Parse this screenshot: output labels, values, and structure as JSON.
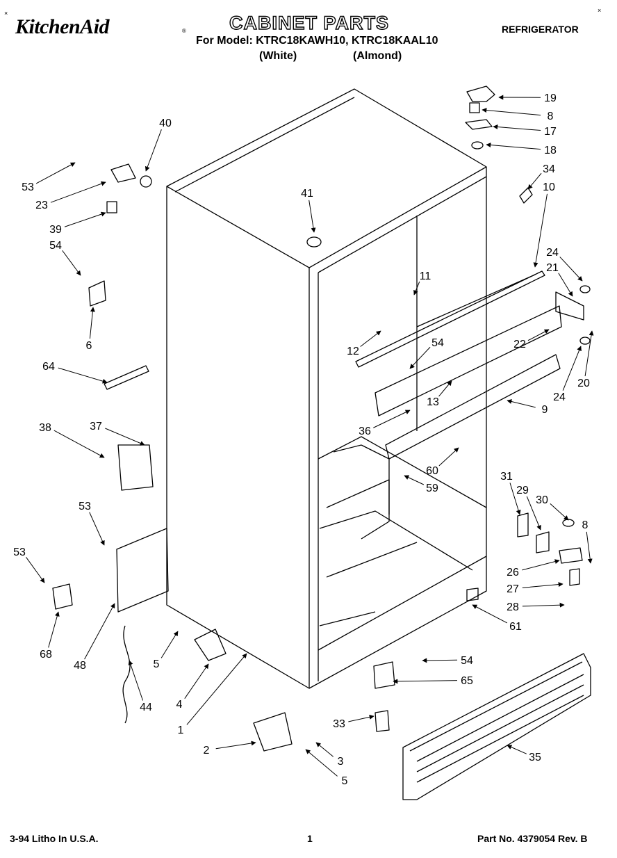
{
  "header": {
    "brand": "KitchenAid",
    "title": "CABINET PARTS",
    "model_line": "For Model: KTRC18KAWH10, KTRC18KAAL10",
    "variant_white": "(White)",
    "variant_almond": "(Almond)",
    "category": "REFRIGERATOR"
  },
  "footer": {
    "litho": "3-94 Litho In U.S.A.",
    "page": "1",
    "part_number": "Part No. 4379054 Rev. B"
  },
  "callouts": [
    {
      "id": "19",
      "text": "19"
    },
    {
      "id": "8a",
      "text": "8"
    },
    {
      "id": "17",
      "text": "17"
    },
    {
      "id": "18",
      "text": "18"
    },
    {
      "id": "34",
      "text": "34"
    },
    {
      "id": "10",
      "text": "10"
    },
    {
      "id": "40",
      "text": "40"
    },
    {
      "id": "41",
      "text": "41"
    },
    {
      "id": "53a",
      "text": "53"
    },
    {
      "id": "23",
      "text": "23"
    },
    {
      "id": "39",
      "text": "39"
    },
    {
      "id": "54a",
      "text": "54"
    },
    {
      "id": "6",
      "text": "6"
    },
    {
      "id": "11",
      "text": "11"
    },
    {
      "id": "12",
      "text": "12"
    },
    {
      "id": "24a",
      "text": "24"
    },
    {
      "id": "21",
      "text": "21"
    },
    {
      "id": "22",
      "text": "22"
    },
    {
      "id": "54b",
      "text": "54"
    },
    {
      "id": "64",
      "text": "64"
    },
    {
      "id": "13",
      "text": "13"
    },
    {
      "id": "24b",
      "text": "24"
    },
    {
      "id": "20",
      "text": "20"
    },
    {
      "id": "9",
      "text": "9"
    },
    {
      "id": "36",
      "text": "36"
    },
    {
      "id": "38",
      "text": "38"
    },
    {
      "id": "37",
      "text": "37"
    },
    {
      "id": "60",
      "text": "60"
    },
    {
      "id": "59",
      "text": "59"
    },
    {
      "id": "31",
      "text": "31"
    },
    {
      "id": "29",
      "text": "29"
    },
    {
      "id": "30",
      "text": "30"
    },
    {
      "id": "8b",
      "text": "8"
    },
    {
      "id": "53b",
      "text": "53"
    },
    {
      "id": "53c",
      "text": "53"
    },
    {
      "id": "26",
      "text": "26"
    },
    {
      "id": "27",
      "text": "27"
    },
    {
      "id": "28",
      "text": "28"
    },
    {
      "id": "61",
      "text": "61"
    },
    {
      "id": "68",
      "text": "68"
    },
    {
      "id": "48",
      "text": "48"
    },
    {
      "id": "5a",
      "text": "5"
    },
    {
      "id": "44",
      "text": "44"
    },
    {
      "id": "4",
      "text": "4"
    },
    {
      "id": "54c",
      "text": "54"
    },
    {
      "id": "65",
      "text": "65"
    },
    {
      "id": "1",
      "text": "1"
    },
    {
      "id": "2",
      "text": "2"
    },
    {
      "id": "33",
      "text": "33"
    },
    {
      "id": "3",
      "text": "3"
    },
    {
      "id": "35",
      "text": "35"
    },
    {
      "id": "5b",
      "text": "5"
    }
  ]
}
